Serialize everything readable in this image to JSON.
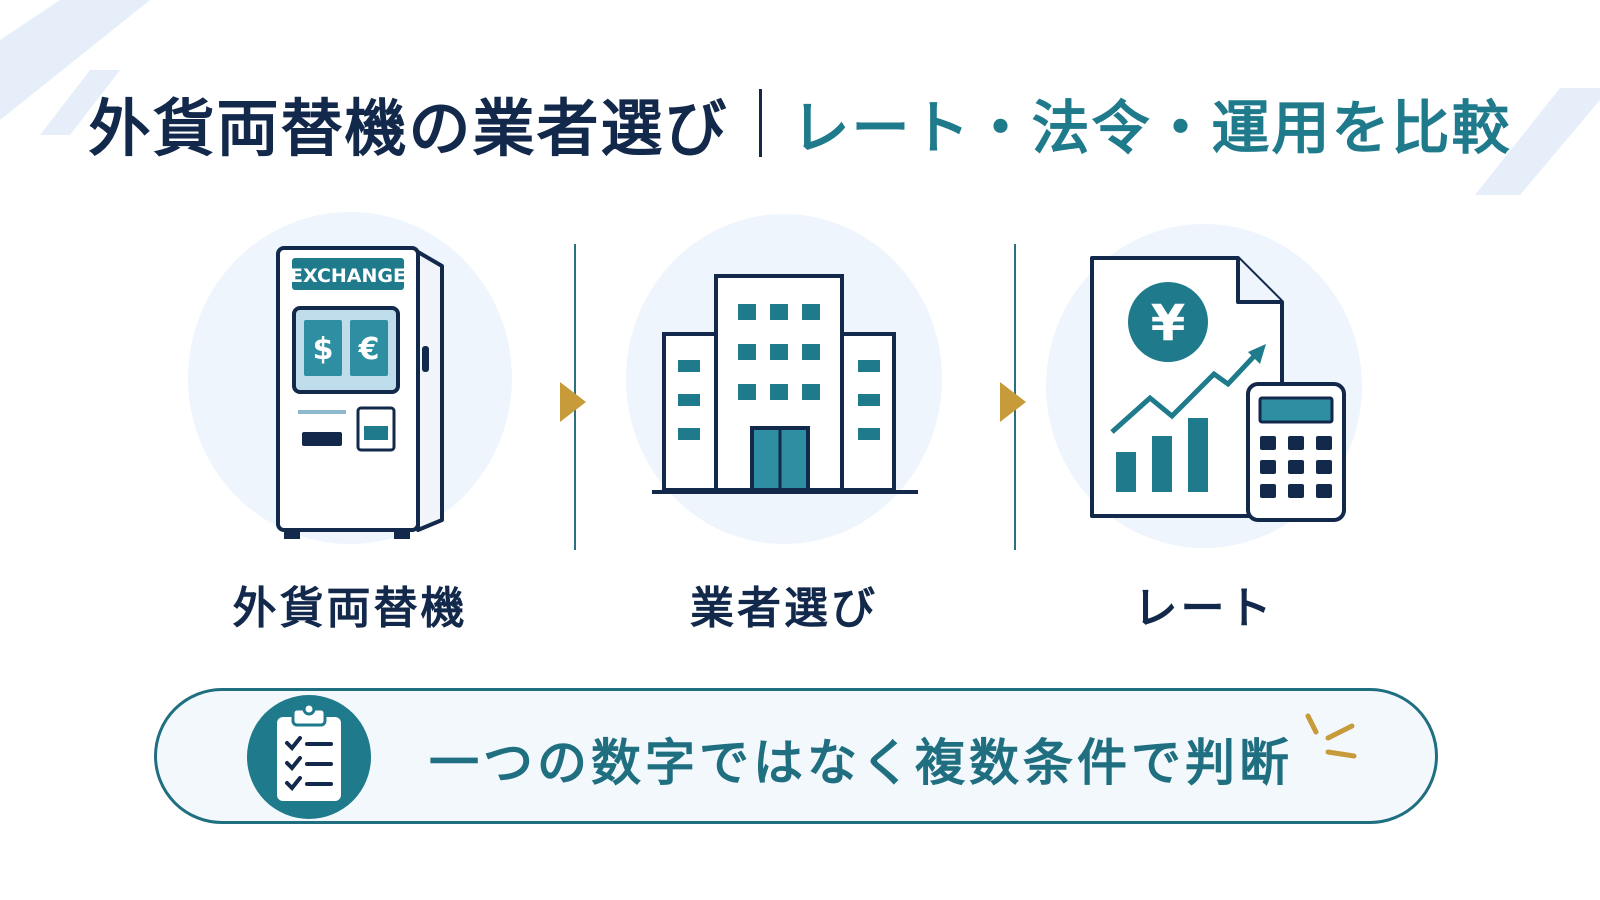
{
  "title": {
    "main": "外貨両替機の業者選び",
    "sub": "レート・法令・運用を比較"
  },
  "steps": [
    {
      "label": "外貨両替機",
      "icon": "exchange-machine-icon"
    },
    {
      "label": "業者選び",
      "icon": "office-building-icon"
    },
    {
      "label": "レート",
      "icon": "rate-document-calculator-icon"
    }
  ],
  "machine": {
    "header_text": "EXCHANGE",
    "currency_1": "$",
    "currency_2": "€"
  },
  "document": {
    "currency_symbol": "¥"
  },
  "banner": {
    "text": "一つの数字ではなく複数条件で判断",
    "icon": "checklist-clipboard-icon"
  },
  "colors": {
    "navy": "#13294b",
    "teal": "#1f7a8c",
    "gold": "#c79a3a",
    "light_blue": "#eef5fc"
  }
}
